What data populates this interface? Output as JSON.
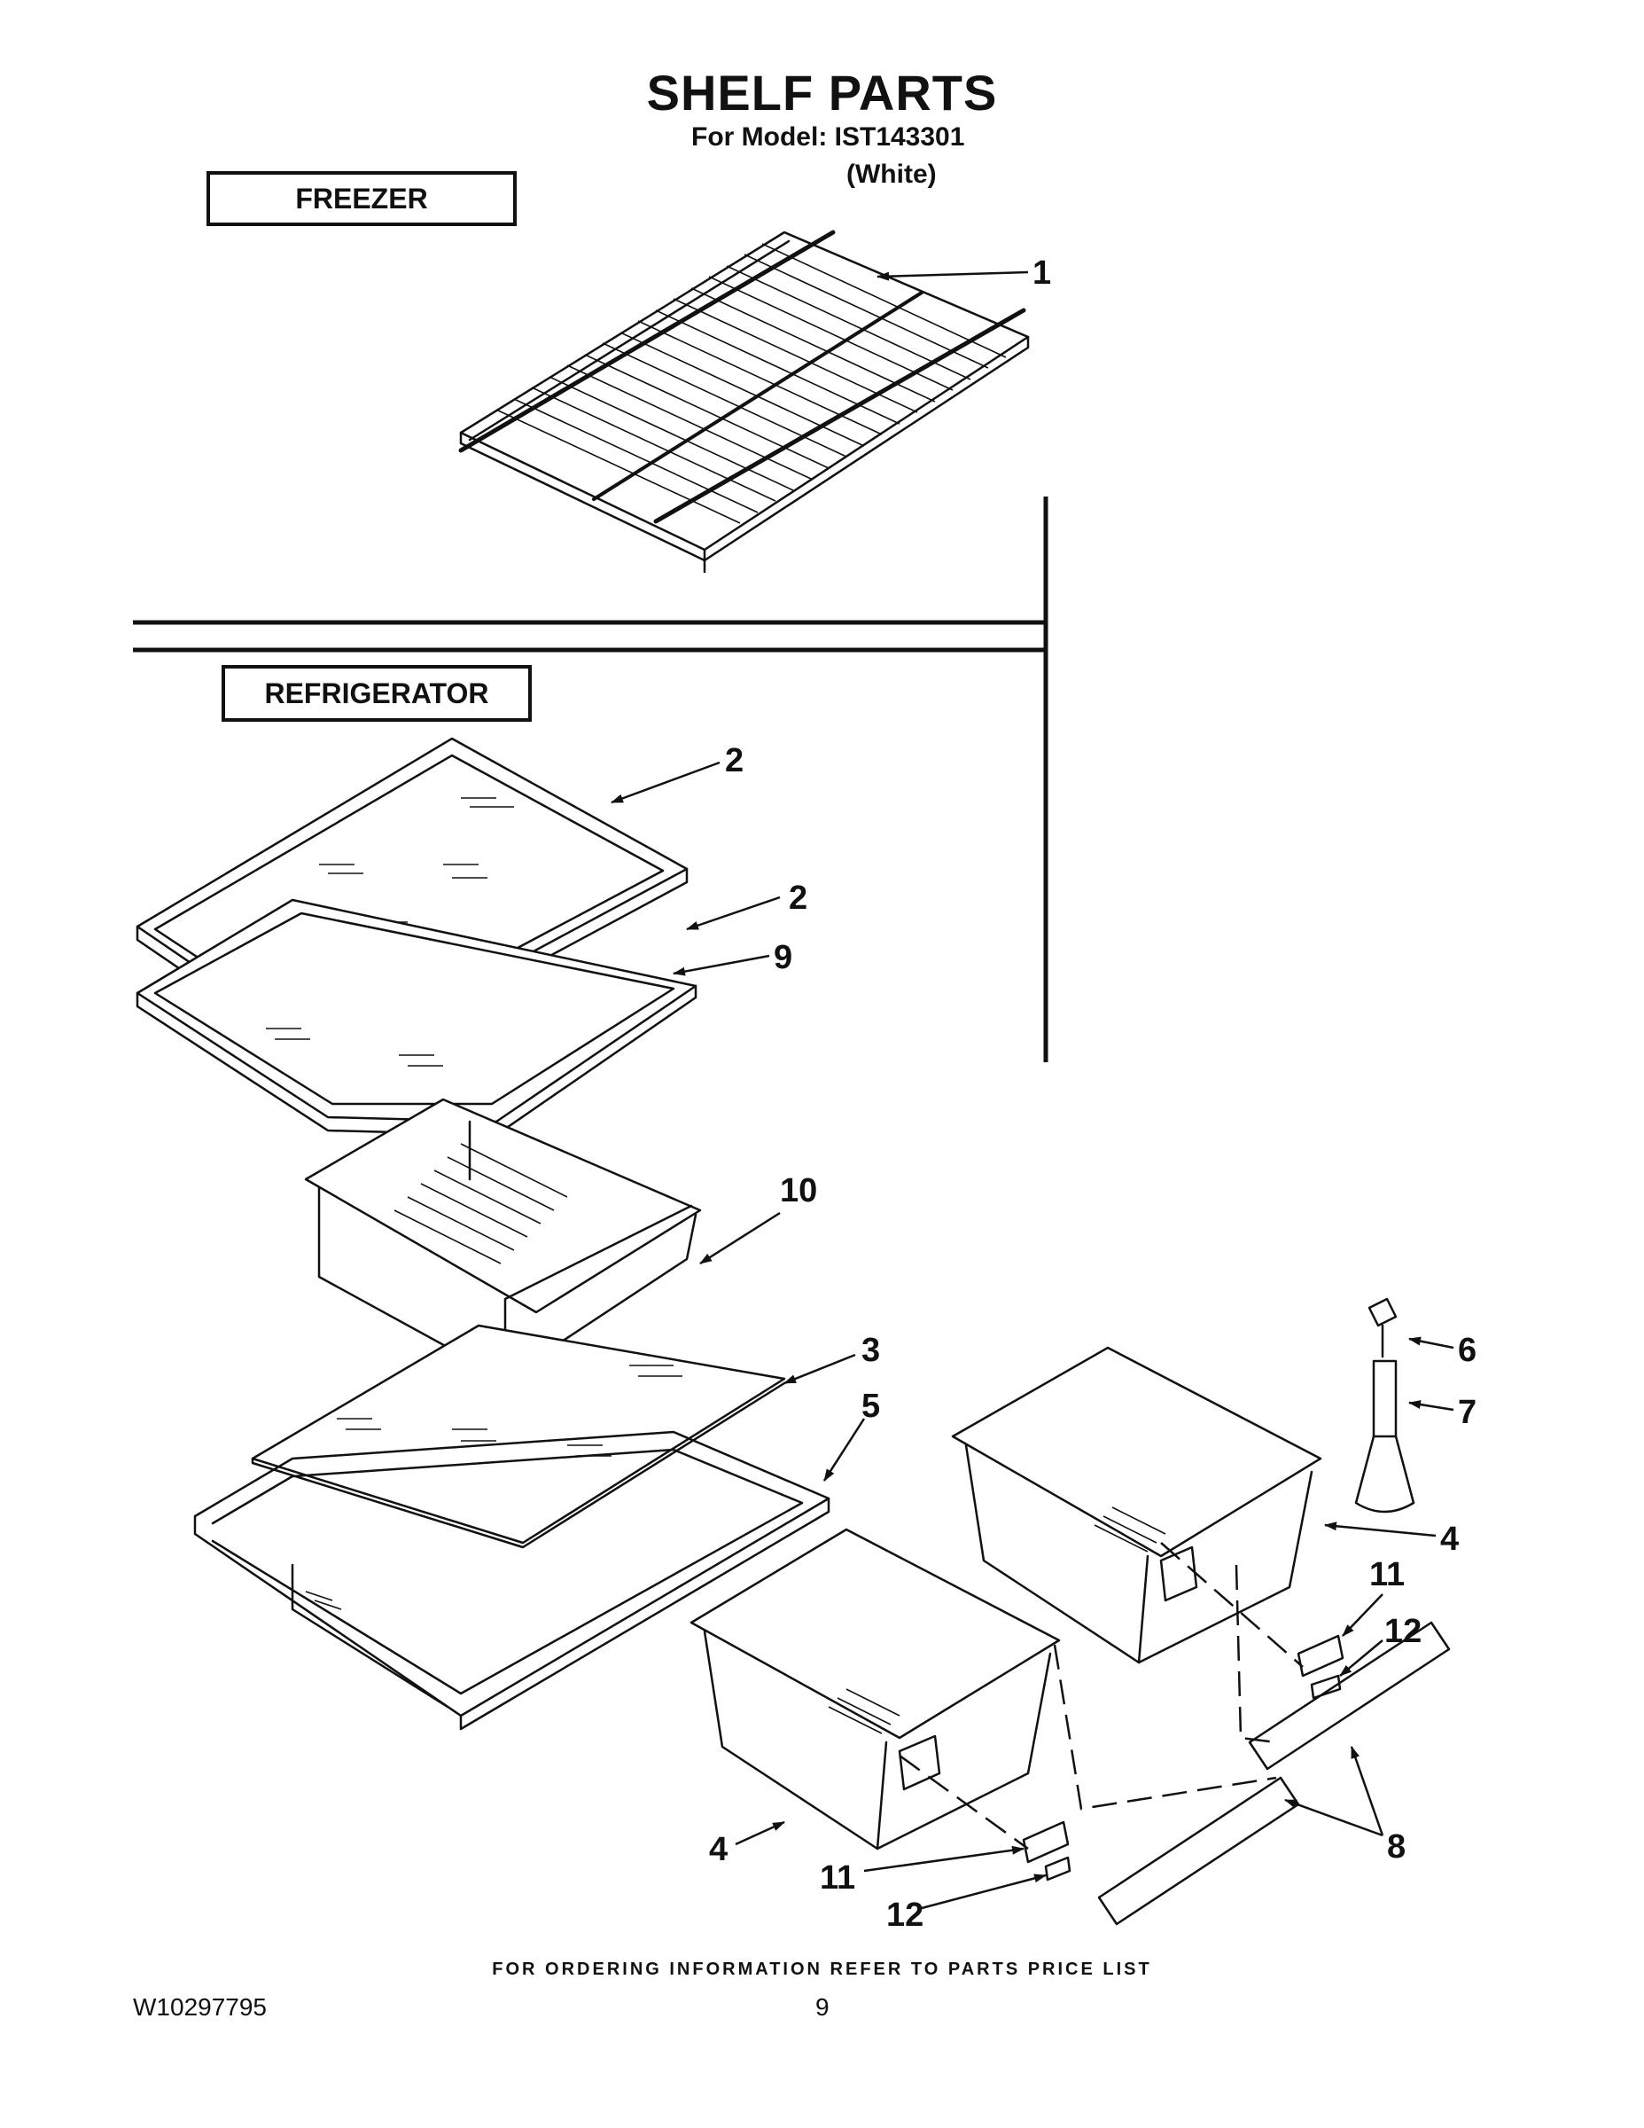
{
  "header": {
    "title": "SHELF PARTS",
    "model_line": "For Model: IST143301",
    "color_line": "(White)"
  },
  "sections": {
    "freezer": "FREEZER",
    "refrigerator": "REFRIGERATOR"
  },
  "callouts": {
    "c1": "1",
    "c2a": "2",
    "c2b": "2",
    "c9": "9",
    "c10": "10",
    "c3": "3",
    "c5": "5",
    "c6": "6",
    "c7": "7",
    "c4a": "4",
    "c4b": "4",
    "c11a": "11",
    "c11b": "11",
    "c12a": "12",
    "c12b": "12",
    "c8": "8"
  },
  "footer": {
    "ordering_note": "FOR ORDERING INFORMATION REFER TO PARTS PRICE LIST",
    "document_number": "W10297795",
    "page_number": "9"
  }
}
